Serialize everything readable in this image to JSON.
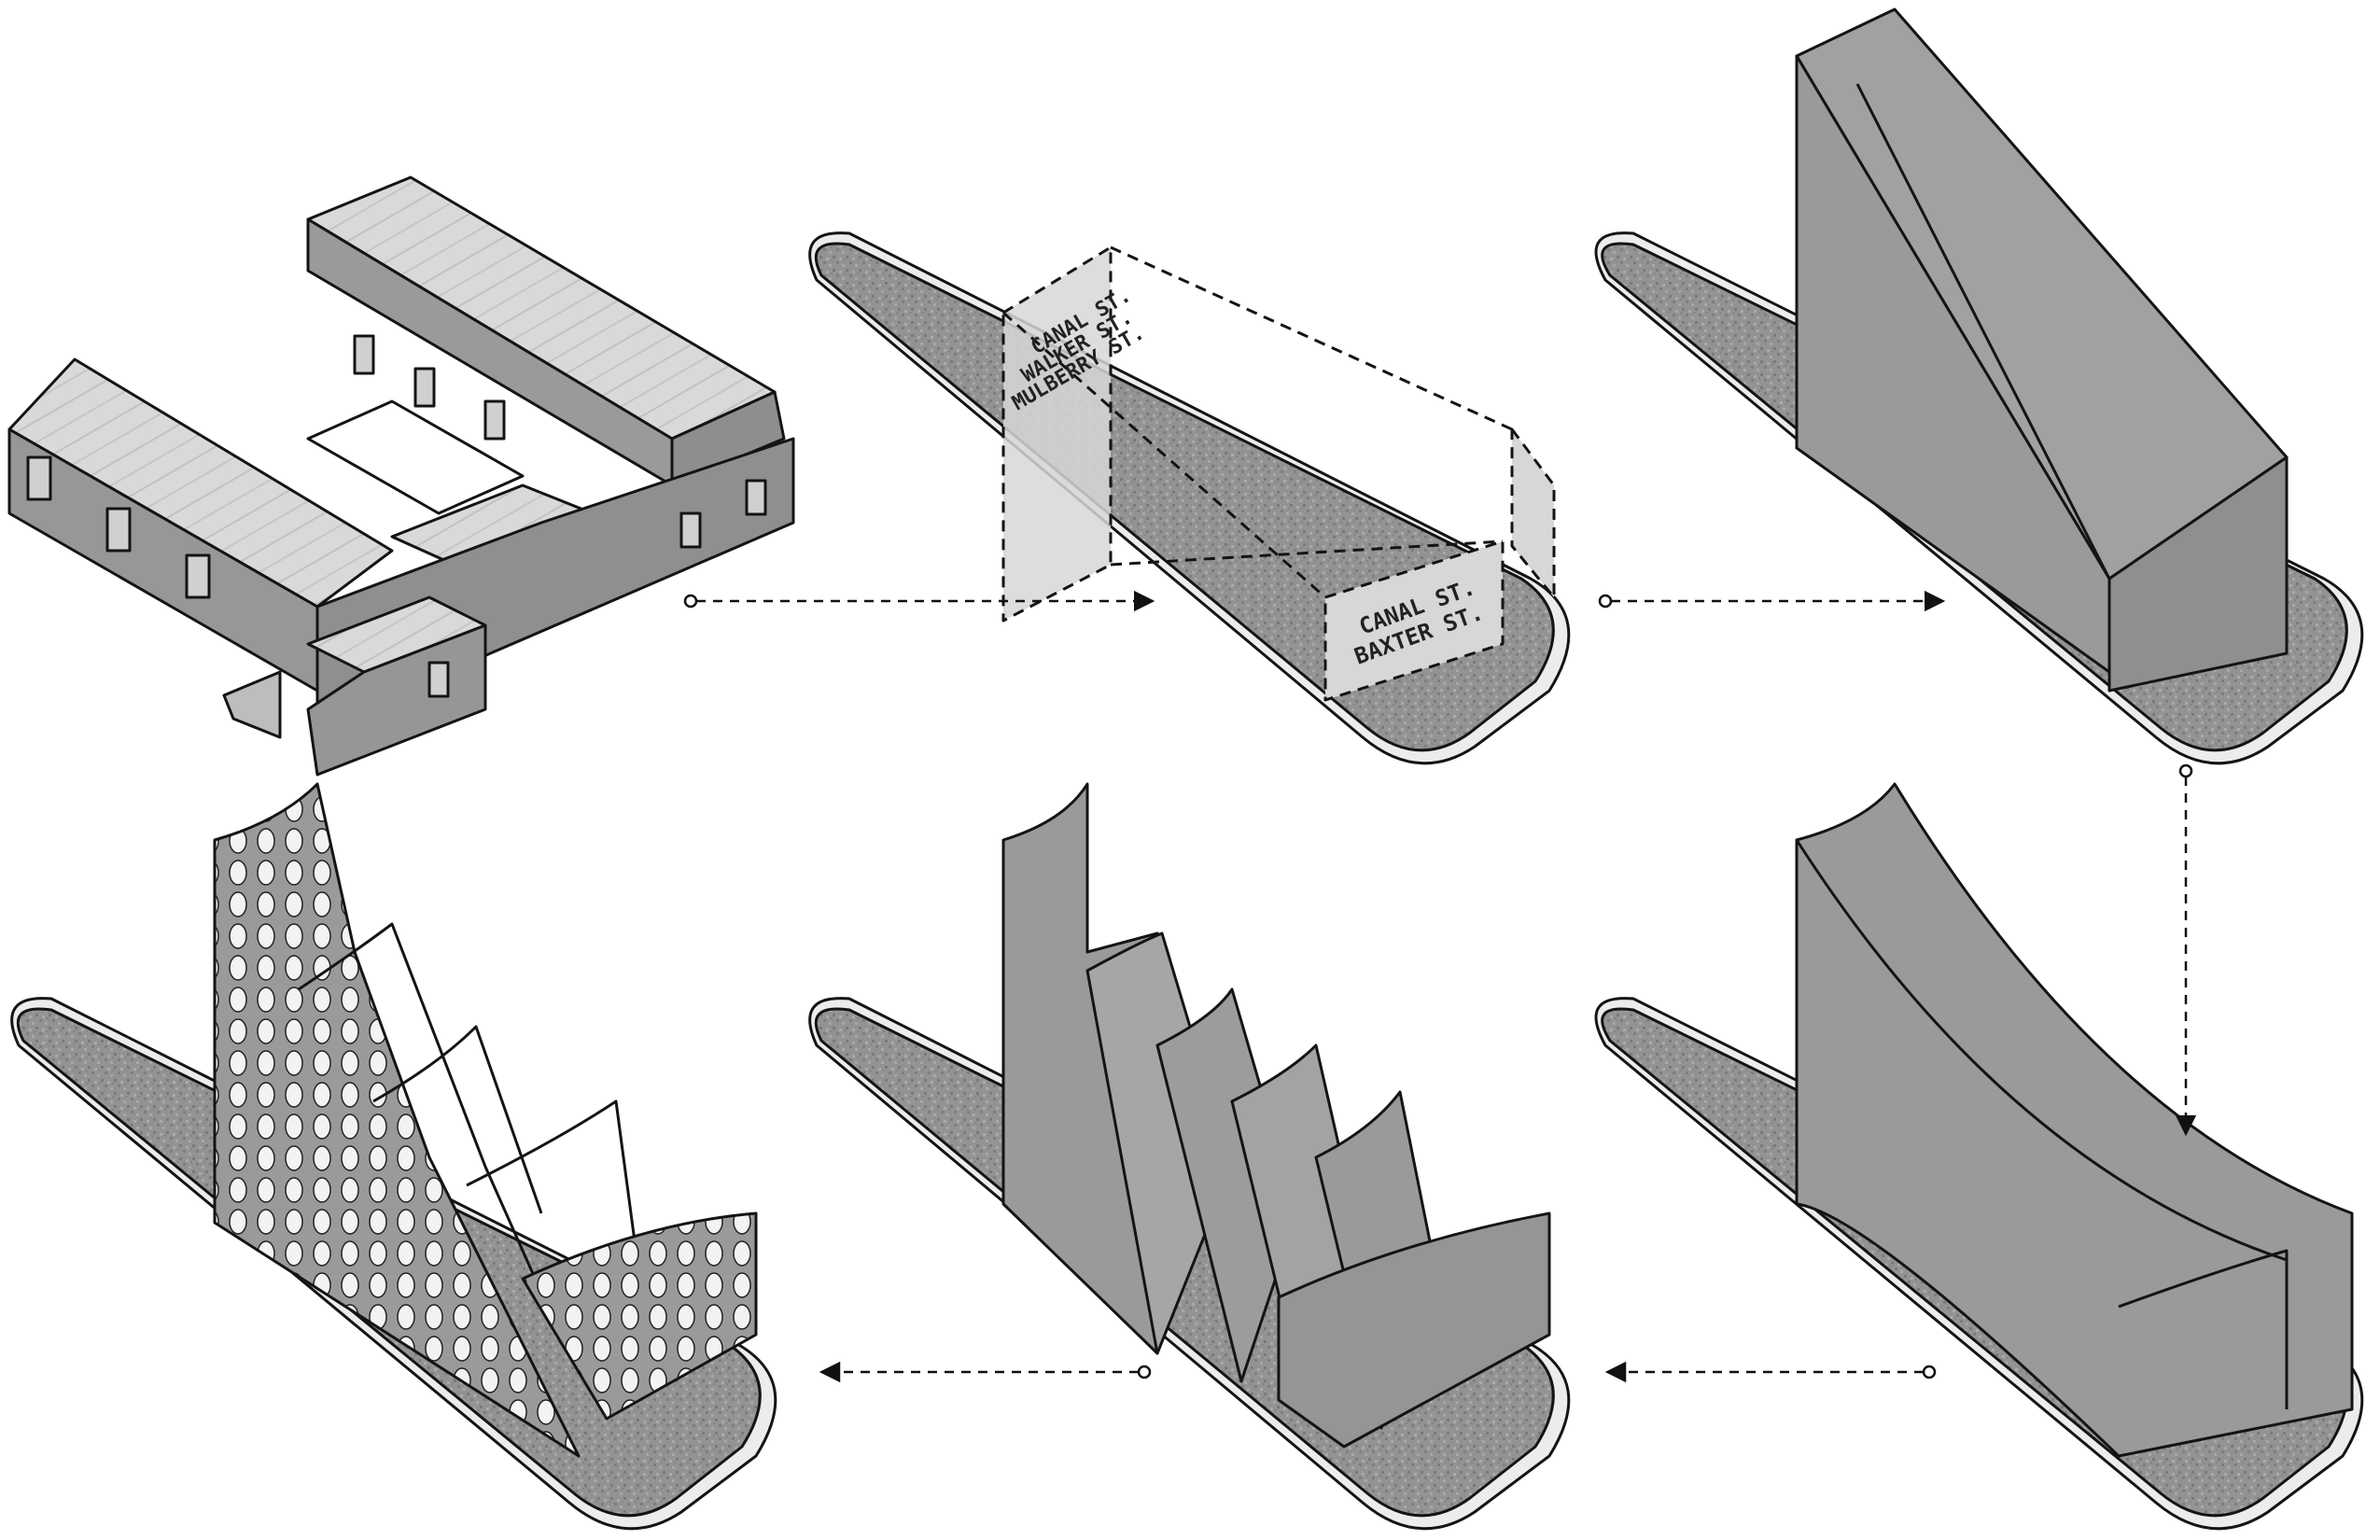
{
  "diagram": {
    "street_sign_back": [
      "CANAL ST.",
      "WALKER ST.",
      "MULBERRY ST."
    ],
    "street_sign_front": [
      "CANAL ST.",
      "BAXTER ST."
    ],
    "colors": {
      "stroke": "#141414",
      "site_fill": "#8d8d8d",
      "volume_fill": "#999999",
      "roof_fill": "#d4d4d4",
      "plane_fill": "#d7d7d7"
    }
  }
}
